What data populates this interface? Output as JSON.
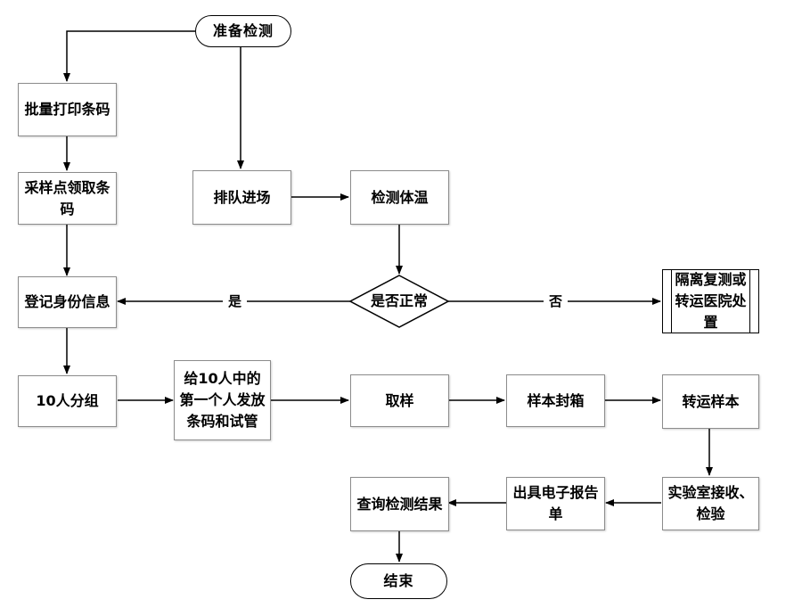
{
  "flowchart": {
    "nodes": {
      "start": "准备检测",
      "print_barcode": "批量打印条码",
      "collect_barcode": "采样点领取条码",
      "register": "登记身份信息",
      "group10": "10人分组",
      "distribute": "给10人中的第一个人发放条码和试管",
      "queue": "排队进场",
      "temperature": "检测体温",
      "normal_check": "是否正常",
      "isolation": "隔离复测或转运医院处置",
      "sampling": "取样",
      "seal_box": "样本封箱",
      "transport": "转运样本",
      "lab": "实验室接收、检验",
      "report": "出具电子报告单",
      "query": "查询检测结果",
      "end": "结束"
    },
    "edge_labels": {
      "yes": "是",
      "no": "否"
    }
  },
  "colors": {
    "line": "#000000",
    "box_border": "#8c8c8c",
    "background": "#ffffff"
  }
}
